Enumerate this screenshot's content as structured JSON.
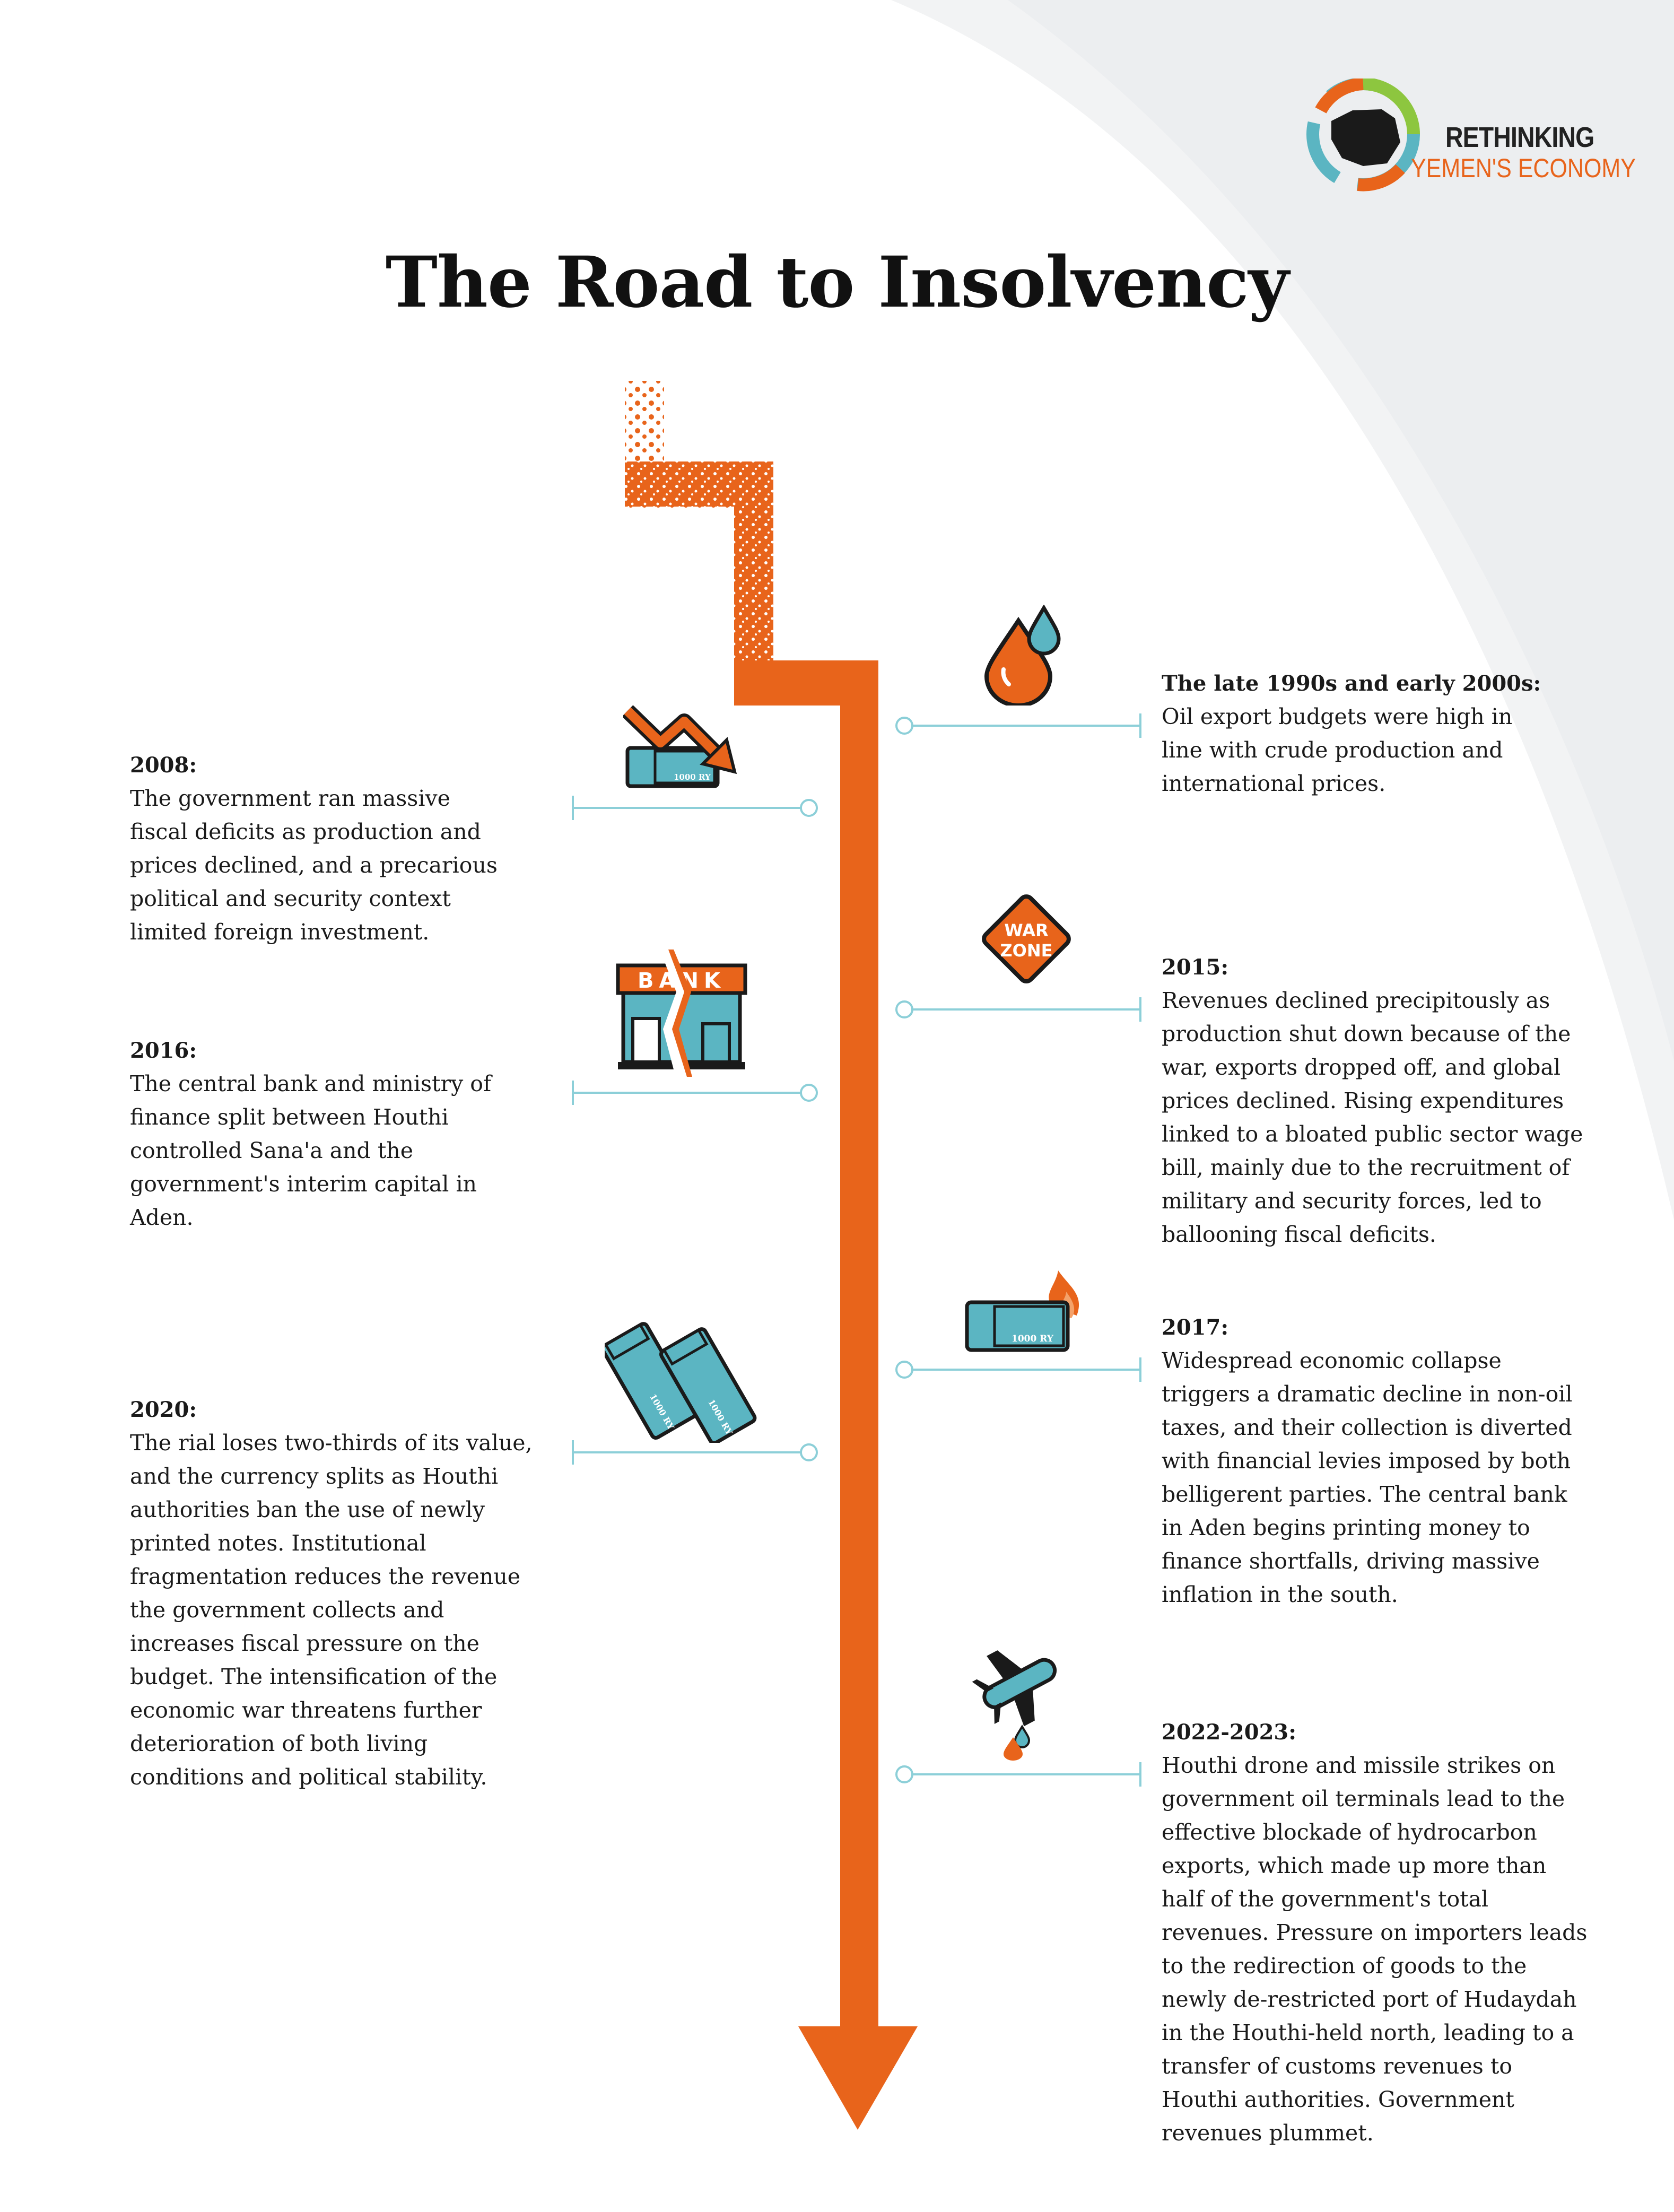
{
  "logo": {
    "line1": "RETHINKING",
    "line2": "YEMEN'S ECONOMY"
  },
  "title": "The Road to Insolvency",
  "colors": {
    "orange": "#E8641B",
    "teal": "#5BB5C2",
    "dark": "#1A1A1A",
    "green": "#8DC63F"
  },
  "timeline": {
    "left": [
      {
        "year": "2008:",
        "text": "The government ran massive\nfiscal deficits as production and\nprices declined, and a precarious\npolitical and security context\nlimited foreign investment.",
        "icon": "falling-money-icon"
      },
      {
        "year": "2016:",
        "text": "The central bank and ministry of\nfinance split between  Houthi\ncontrolled Sana'a and the\ngovernment's interim capital in\nAden.",
        "icon": "split-bank-icon",
        "icon_label": "BANK"
      },
      {
        "year": "2020:",
        "text": "The rial loses two-thirds of its value,\nand the currency splits as Houthi\nauthorities ban the use of newly\nprinted notes. Institutional\nfragmentation reduces the revenue\nthe government collects and\nincreases fiscal pressure on the\nbudget. The intensification of the\neconomic war threatens further\ndeterioration of both living\nconditions and political stability.",
        "icon": "split-banknotes-icon"
      }
    ],
    "right": [
      {
        "year": "The late 1990s and early 2000s:",
        "text": "Oil export budgets were high in\nline with crude production and\ninternational prices.",
        "icon": "oil-drops-icon"
      },
      {
        "year": "2015:",
        "text": "Revenues declined precipitously as\nproduction shut down because of the\nwar, exports dropped off, and global\nprices declined. Rising expenditures\nlinked to a bloated public sector wage\nbill, mainly due to the recruitment of\nmilitary and security forces, led to\nballooning fiscal deficits.",
        "icon": "war-zone-sign-icon",
        "icon_label_1": "WAR",
        "icon_label_2": "ZONE"
      },
      {
        "year": "2017:",
        "text": "Widespread economic collapse\ntriggers a dramatic decline in non-oil\ntaxes, and their collection is  diverted\nwith financial levies imposed by both\nbelligerent parties. The central bank\nin Aden begins printing money to\nfinance shortfalls, driving massive\ninflation in the south.",
        "icon": "burning-banknote-icon"
      },
      {
        "year": "2022-2023:",
        "text": "Houthi drone and missile strikes on\ngovernment oil terminals lead to the\neffective blockade of hydrocarbon\nexports, which made up more than\nhalf of the government's total\nrevenues. Pressure on importers leads\nto the redirection of goods to the\nnewly de-restricted port of Hudaydah\nin the Houthi-held north, leading to a\ntransfer of customs revenues to\nHouthi authorities. Government\nrevenues plummet.",
        "icon": "drone-strike-icon"
      }
    ],
    "banknote_label": "1000 RY"
  }
}
